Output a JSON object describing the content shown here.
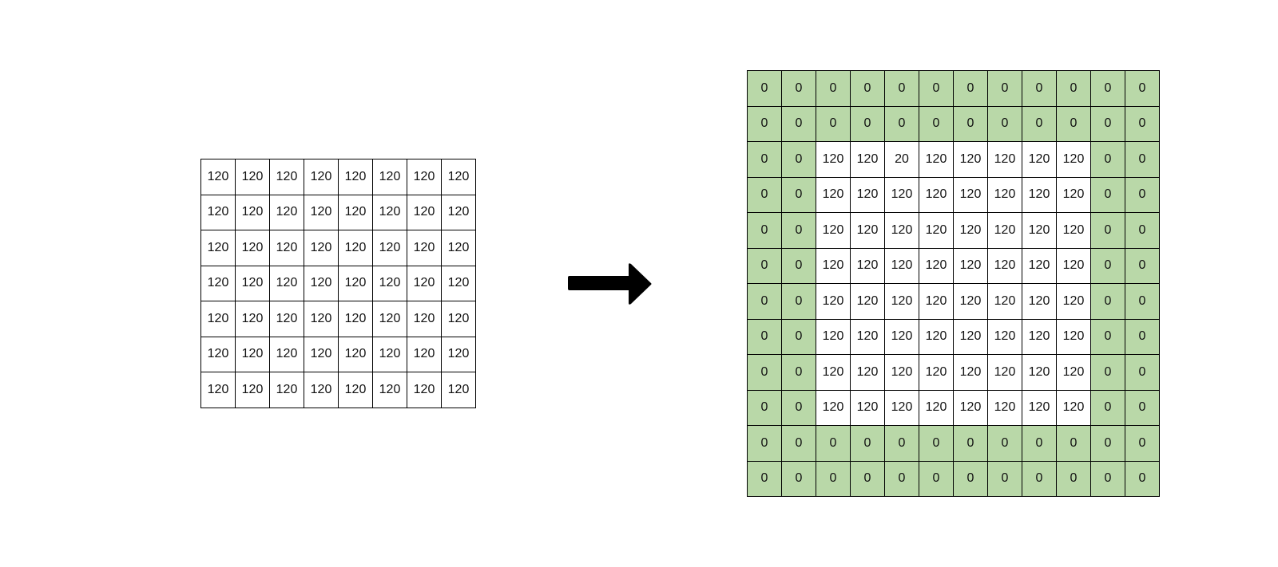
{
  "colors": {
    "padding_cell": "#b9d8a8",
    "image_cell": "#ffffff",
    "cell_border": "#000000",
    "arrow": "#000000"
  },
  "arrow_icon": "right-arrow-icon",
  "input_matrix": [
    [
      "120",
      "120",
      "120",
      "120",
      "120",
      "120",
      "120",
      "120"
    ],
    [
      "120",
      "120",
      "120",
      "120",
      "120",
      "120",
      "120",
      "120"
    ],
    [
      "120",
      "120",
      "120",
      "120",
      "120",
      "120",
      "120",
      "120"
    ],
    [
      "120",
      "120",
      "120",
      "120",
      "120",
      "120",
      "120",
      "120"
    ],
    [
      "120",
      "120",
      "120",
      "120",
      "120",
      "120",
      "120",
      "120"
    ],
    [
      "120",
      "120",
      "120",
      "120",
      "120",
      "120",
      "120",
      "120"
    ],
    [
      "120",
      "120",
      "120",
      "120",
      "120",
      "120",
      "120",
      "120"
    ]
  ],
  "output_matrix": [
    [
      "0",
      "0",
      "0",
      "0",
      "0",
      "0",
      "0",
      "0",
      "0",
      "0",
      "0",
      "0"
    ],
    [
      "0",
      "0",
      "0",
      "0",
      "0",
      "0",
      "0",
      "0",
      "0",
      "0",
      "0",
      "0"
    ],
    [
      "0",
      "0",
      "120",
      "120",
      "20",
      "120",
      "120",
      "120",
      "120",
      "120",
      "0",
      "0"
    ],
    [
      "0",
      "0",
      "120",
      "120",
      "120",
      "120",
      "120",
      "120",
      "120",
      "120",
      "0",
      "0"
    ],
    [
      "0",
      "0",
      "120",
      "120",
      "120",
      "120",
      "120",
      "120",
      "120",
      "120",
      "0",
      "0"
    ],
    [
      "0",
      "0",
      "120",
      "120",
      "120",
      "120",
      "120",
      "120",
      "120",
      "120",
      "0",
      "0"
    ],
    [
      "0",
      "0",
      "120",
      "120",
      "120",
      "120",
      "120",
      "120",
      "120",
      "120",
      "0",
      "0"
    ],
    [
      "0",
      "0",
      "120",
      "120",
      "120",
      "120",
      "120",
      "120",
      "120",
      "120",
      "0",
      "0"
    ],
    [
      "0",
      "0",
      "120",
      "120",
      "120",
      "120",
      "120",
      "120",
      "120",
      "120",
      "0",
      "0"
    ],
    [
      "0",
      "0",
      "120",
      "120",
      "120",
      "120",
      "120",
      "120",
      "120",
      "120",
      "0",
      "0"
    ],
    [
      "0",
      "0",
      "0",
      "0",
      "0",
      "0",
      "0",
      "0",
      "0",
      "0",
      "0",
      "0"
    ],
    [
      "0",
      "0",
      "0",
      "0",
      "0",
      "0",
      "0",
      "0",
      "0",
      "0",
      "0",
      "0"
    ]
  ],
  "padding_width": 2
}
